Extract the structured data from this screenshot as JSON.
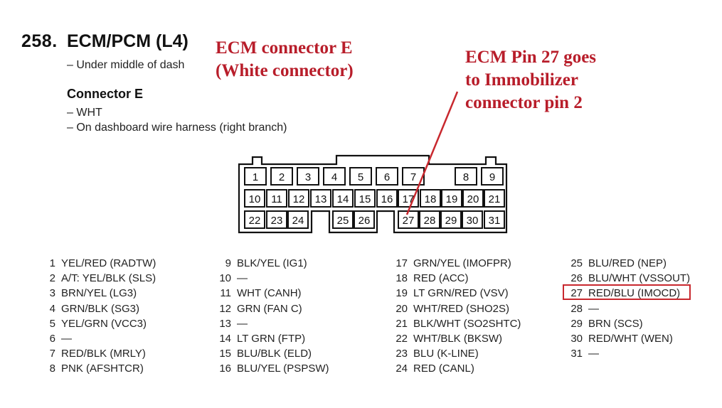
{
  "header": {
    "number": "258.",
    "name": "ECM/PCM (L4)",
    "location": "– Under middle of dash"
  },
  "connector": {
    "title": "Connector E",
    "color": "– WHT",
    "harness": "– On dashboard wire harness (right branch)"
  },
  "annotations": {
    "connector_note_line1": "ECM connector E",
    "connector_note_line2": "(White connector)",
    "pin_note_line1": "ECM Pin 27 goes",
    "pin_note_line2": "to Immobilizer",
    "pin_note_line3": "connector pin 2",
    "accent_color": "#b81d2a"
  },
  "cavities": {
    "row1": [
      "1",
      "2",
      "3",
      "4",
      "5",
      "6",
      "7",
      "",
      "8",
      "9"
    ],
    "row2": [
      "10",
      "11",
      "12",
      "13",
      "14",
      "15",
      "16",
      "17",
      "18",
      "19",
      "20",
      "21"
    ],
    "row3": [
      "22",
      "23",
      "24",
      "25",
      "26",
      "27",
      "28",
      "29",
      "30",
      "31"
    ]
  },
  "pins": {
    "col1": [
      {
        "num": "1",
        "desc": "YEL/RED (RADTW)"
      },
      {
        "num": "2",
        "desc": "A/T: YEL/BLK (SLS)"
      },
      {
        "num": "3",
        "desc": "BRN/YEL (LG3)"
      },
      {
        "num": "4",
        "desc": "GRN/BLK (SG3)"
      },
      {
        "num": "5",
        "desc": "YEL/GRN (VCC3)"
      },
      {
        "num": "6",
        "desc": "—"
      },
      {
        "num": "7",
        "desc": "RED/BLK (MRLY)"
      },
      {
        "num": "8",
        "desc": "PNK (AFSHTCR)"
      }
    ],
    "col2": [
      {
        "num": "9",
        "desc": "BLK/YEL (IG1)"
      },
      {
        "num": "10",
        "desc": "—"
      },
      {
        "num": "11",
        "desc": "WHT (CANH)"
      },
      {
        "num": "12",
        "desc": "GRN (FAN C)"
      },
      {
        "num": "13",
        "desc": "—"
      },
      {
        "num": "14",
        "desc": "LT GRN (FTP)"
      },
      {
        "num": "15",
        "desc": "BLU/BLK (ELD)"
      },
      {
        "num": "16",
        "desc": "BLU/YEL (PSPSW)"
      }
    ],
    "col3": [
      {
        "num": "17",
        "desc": "GRN/YEL (IMOFPR)"
      },
      {
        "num": "18",
        "desc": "RED (ACC)"
      },
      {
        "num": "19",
        "desc": "LT GRN/RED (VSV)"
      },
      {
        "num": "20",
        "desc": "WHT/RED (SHO2S)"
      },
      {
        "num": "21",
        "desc": "BLK/WHT (SO2SHTC)"
      },
      {
        "num": "22",
        "desc": "WHT/BLK (BKSW)"
      },
      {
        "num": "23",
        "desc": "BLU (K-LINE)"
      },
      {
        "num": "24",
        "desc": "RED (CANL)"
      }
    ],
    "col4": [
      {
        "num": "25",
        "desc": "BLU/RED (NEP)"
      },
      {
        "num": "26",
        "desc": "BLU/WHT (VSSOUT)"
      },
      {
        "num": "27",
        "desc": "RED/BLU (IMOCD)"
      },
      {
        "num": "28",
        "desc": "—"
      },
      {
        "num": "29",
        "desc": "BRN (SCS)"
      },
      {
        "num": "30",
        "desc": "RED/WHT (WEN)"
      },
      {
        "num": "31",
        "desc": "—"
      }
    ]
  }
}
